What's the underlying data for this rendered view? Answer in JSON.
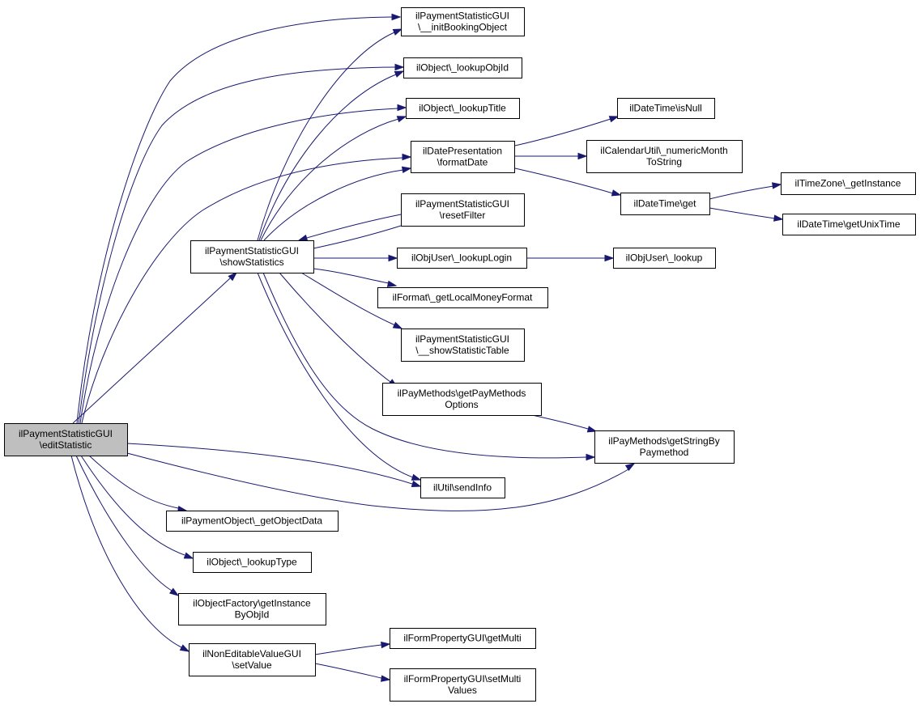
{
  "diagram": {
    "root_label": "ilPaymentStatisticGUI\\editStatistic",
    "nodes": {
      "editStatistic": [
        "ilPaymentStatisticGUI",
        "\\editStatistic"
      ],
      "showStatistics": [
        "ilPaymentStatisticGUI",
        "\\showStatistics"
      ],
      "initBookingObject": [
        "ilPaymentStatisticGUI",
        "\\__initBookingObject"
      ],
      "lookupObjId": [
        "ilObject\\_lookupObjId"
      ],
      "lookupTitle": [
        "ilObject\\_lookupTitle"
      ],
      "formatDate": [
        "ilDatePresentation",
        "\\formatDate"
      ],
      "resetFilter": [
        "ilPaymentStatisticGUI",
        "\\resetFilter"
      ],
      "lookupLogin": [
        "ilObjUser\\_lookupLogin"
      ],
      "getLocalMoneyFormat": [
        "ilFormat\\_getLocalMoneyFormat"
      ],
      "showStatisticTable": [
        "ilPaymentStatisticGUI",
        "\\__showStatisticTable"
      ],
      "getPayMethodsOptions": [
        "ilPayMethods\\getPayMethods",
        "Options"
      ],
      "getStringByPaymethod": [
        "ilPayMethods\\getStringBy",
        "Paymethod"
      ],
      "sendInfo": [
        "ilUtil\\sendInfo"
      ],
      "getObjectData": [
        "ilPaymentObject\\_getObjectData"
      ],
      "lookupType": [
        "ilObject\\_lookupType"
      ],
      "getInstanceByObjId": [
        "ilObjectFactory\\getInstance",
        "ByObjId"
      ],
      "setValue": [
        "ilNonEditableValueGUI",
        "\\setValue"
      ],
      "getMulti": [
        "ilFormPropertyGUI\\getMulti"
      ],
      "setMultiValues": [
        "ilFormPropertyGUI\\setMulti",
        "Values"
      ],
      "isNull": [
        "ilDateTime\\isNull"
      ],
      "numericMonthToString": [
        "ilCalendarUtil\\_numericMonth",
        "ToString"
      ],
      "dateTimeGet": [
        "ilDateTime\\get"
      ],
      "tzGetInstance": [
        "ilTimeZone\\_getInstance"
      ],
      "getUnixTime": [
        "ilDateTime\\getUnixTime"
      ],
      "objUserLookup": [
        "ilObjUser\\_lookup"
      ]
    },
    "edge_color": "#191970",
    "root_fill": "#bfbfbf"
  }
}
